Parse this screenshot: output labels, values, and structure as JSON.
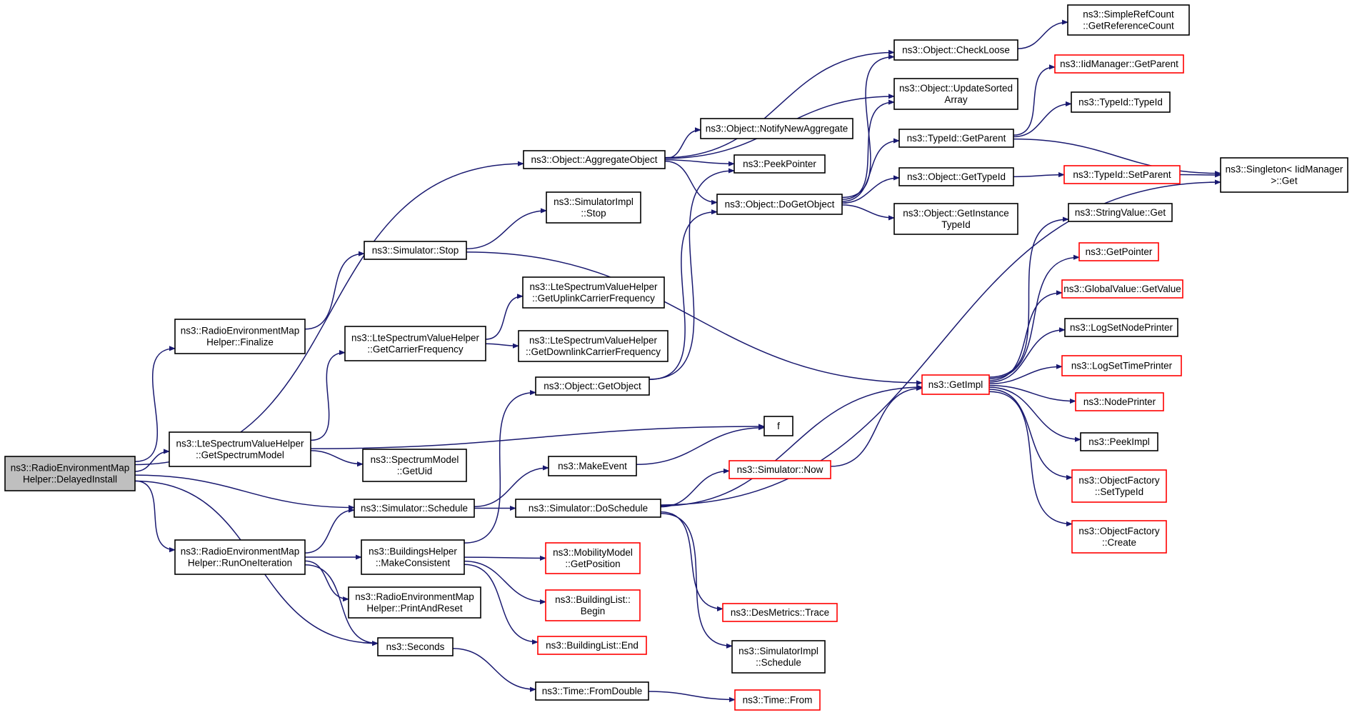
{
  "colors": {
    "edge": "#191970",
    "border_normal": "#000000",
    "border_truncated": "#ff0000",
    "focus_fill": "#bfbfbf",
    "node_fill": "#ffffff"
  },
  "nodes": [
    {
      "id": "n0",
      "lines": [
        "ns3::RadioEnvironmentMap",
        "Helper::DelayedInstall"
      ],
      "style": "focus"
    },
    {
      "id": "n1",
      "lines": [
        "ns3::Object::AggregateObject"
      ],
      "style": "normal"
    },
    {
      "id": "n2",
      "lines": [
        "ns3::RadioEnvironmentMap",
        "Helper::Finalize"
      ],
      "style": "normal"
    },
    {
      "id": "n3",
      "lines": [
        "ns3::LteSpectrumValueHelper",
        "::GetSpectrumModel"
      ],
      "style": "normal"
    },
    {
      "id": "n4",
      "lines": [
        "ns3::Simulator::Schedule"
      ],
      "style": "normal"
    },
    {
      "id": "n5",
      "lines": [
        "ns3::RadioEnvironmentMap",
        "Helper::RunOneIteration"
      ],
      "style": "normal"
    },
    {
      "id": "n6",
      "lines": [
        "ns3::Seconds"
      ],
      "style": "normal"
    },
    {
      "id": "n7",
      "lines": [
        "ns3::Object::CheckLoose"
      ],
      "style": "normal"
    },
    {
      "id": "n8",
      "lines": [
        "ns3::Object::UpdateSorted",
        "Array"
      ],
      "style": "normal"
    },
    {
      "id": "n9",
      "lines": [
        "ns3::Object::NotifyNewAggregate"
      ],
      "style": "normal"
    },
    {
      "id": "n10",
      "lines": [
        "ns3::PeekPointer"
      ],
      "style": "normal"
    },
    {
      "id": "n11",
      "lines": [
        "ns3::Object::DoGetObject"
      ],
      "style": "normal"
    },
    {
      "id": "n12",
      "lines": [
        "ns3::SimpleRefCount",
        "::GetReferenceCount"
      ],
      "style": "normal"
    },
    {
      "id": "n13",
      "lines": [
        "ns3::TypeId::GetParent"
      ],
      "style": "normal"
    },
    {
      "id": "n14",
      "lines": [
        "ns3::Object::GetTypeId"
      ],
      "style": "normal"
    },
    {
      "id": "n15",
      "lines": [
        "ns3::Object::GetInstance",
        "TypeId"
      ],
      "style": "normal"
    },
    {
      "id": "n16",
      "lines": [
        "ns3::IidManager::GetParent"
      ],
      "style": "truncated"
    },
    {
      "id": "n17",
      "lines": [
        "ns3::TypeId::TypeId"
      ],
      "style": "normal"
    },
    {
      "id": "n18",
      "lines": [
        "ns3::Singleton< IidManager",
        ">::Get"
      ],
      "style": "normal"
    },
    {
      "id": "n19",
      "lines": [
        "ns3::TypeId::SetParent"
      ],
      "style": "truncated"
    },
    {
      "id": "n20",
      "lines": [
        "ns3::Simulator::Stop"
      ],
      "style": "normal"
    },
    {
      "id": "n21",
      "lines": [
        "ns3::SimulatorImpl",
        "::Stop"
      ],
      "style": "normal"
    },
    {
      "id": "n22",
      "lines": [
        "ns3::GetImpl"
      ],
      "style": "truncated"
    },
    {
      "id": "n23",
      "lines": [
        "ns3::StringValue::Get"
      ],
      "style": "normal"
    },
    {
      "id": "n24",
      "lines": [
        "ns3::GetPointer"
      ],
      "style": "truncated"
    },
    {
      "id": "n25",
      "lines": [
        "ns3::GlobalValue::GetValue"
      ],
      "style": "truncated"
    },
    {
      "id": "n26",
      "lines": [
        "ns3::LogSetNodePrinter"
      ],
      "style": "normal"
    },
    {
      "id": "n27",
      "lines": [
        "ns3::LogSetTimePrinter"
      ],
      "style": "truncated"
    },
    {
      "id": "n28",
      "lines": [
        "ns3::NodePrinter"
      ],
      "style": "truncated"
    },
    {
      "id": "n29",
      "lines": [
        "ns3::PeekImpl"
      ],
      "style": "normal"
    },
    {
      "id": "n30",
      "lines": [
        "ns3::ObjectFactory",
        "::SetTypeId"
      ],
      "style": "truncated"
    },
    {
      "id": "n31",
      "lines": [
        "ns3::ObjectFactory",
        "::Create"
      ],
      "style": "truncated"
    },
    {
      "id": "n32",
      "lines": [
        "ns3::LteSpectrumValueHelper",
        "::GetCarrierFrequency"
      ],
      "style": "normal"
    },
    {
      "id": "n33",
      "lines": [
        "ns3::LteSpectrumValueHelper",
        "::GetUplinkCarrierFrequency"
      ],
      "style": "normal"
    },
    {
      "id": "n34",
      "lines": [
        "ns3::LteSpectrumValueHelper",
        "::GetDownlinkCarrierFrequency"
      ],
      "style": "normal"
    },
    {
      "id": "n35",
      "lines": [
        "ns3::Object::GetObject"
      ],
      "style": "normal"
    },
    {
      "id": "n36",
      "lines": [
        "f"
      ],
      "style": "normal"
    },
    {
      "id": "n37",
      "lines": [
        "ns3::SpectrumModel",
        "::GetUid"
      ],
      "style": "normal"
    },
    {
      "id": "n38",
      "lines": [
        "ns3::MakeEvent"
      ],
      "style": "normal"
    },
    {
      "id": "n39",
      "lines": [
        "ns3::Simulator::DoSchedule"
      ],
      "style": "normal"
    },
    {
      "id": "n40",
      "lines": [
        "ns3::Simulator::Now"
      ],
      "style": "truncated"
    },
    {
      "id": "n41",
      "lines": [
        "ns3::BuildingsHelper",
        "::MakeConsistent"
      ],
      "style": "normal"
    },
    {
      "id": "n42",
      "lines": [
        "ns3::MobilityModel",
        "::GetPosition"
      ],
      "style": "truncated"
    },
    {
      "id": "n43",
      "lines": [
        "ns3::BuildingList::",
        "Begin"
      ],
      "style": "truncated"
    },
    {
      "id": "n44",
      "lines": [
        "ns3::BuildingList::End"
      ],
      "style": "truncated"
    },
    {
      "id": "n45",
      "lines": [
        "ns3::RadioEnvironmentMap",
        "Helper::PrintAndReset"
      ],
      "style": "normal"
    },
    {
      "id": "n46",
      "lines": [
        "ns3::Time::FromDouble"
      ],
      "style": "normal"
    },
    {
      "id": "n47",
      "lines": [
        "ns3::Time::From"
      ],
      "style": "truncated"
    },
    {
      "id": "n48",
      "lines": [
        "ns3::DesMetrics::Trace"
      ],
      "style": "truncated"
    },
    {
      "id": "n49",
      "lines": [
        "ns3::SimulatorImpl",
        "::Schedule"
      ],
      "style": "normal"
    }
  ],
  "edges": [
    [
      "n0",
      "n1"
    ],
    [
      "n0",
      "n2"
    ],
    [
      "n0",
      "n3"
    ],
    [
      "n0",
      "n4"
    ],
    [
      "n0",
      "n5"
    ],
    [
      "n0",
      "n6"
    ],
    [
      "n1",
      "n7"
    ],
    [
      "n1",
      "n8"
    ],
    [
      "n1",
      "n9"
    ],
    [
      "n1",
      "n10"
    ],
    [
      "n1",
      "n11"
    ],
    [
      "n7",
      "n12"
    ],
    [
      "n11",
      "n7"
    ],
    [
      "n11",
      "n8"
    ],
    [
      "n11",
      "n13"
    ],
    [
      "n11",
      "n14"
    ],
    [
      "n11",
      "n15"
    ],
    [
      "n13",
      "n16"
    ],
    [
      "n13",
      "n17"
    ],
    [
      "n13",
      "n18"
    ],
    [
      "n14",
      "n19"
    ],
    [
      "n19",
      "n18"
    ],
    [
      "n2",
      "n20"
    ],
    [
      "n20",
      "n21"
    ],
    [
      "n20",
      "n22"
    ],
    [
      "n22",
      "n23"
    ],
    [
      "n22",
      "n24"
    ],
    [
      "n22",
      "n25"
    ],
    [
      "n22",
      "n26"
    ],
    [
      "n22",
      "n27"
    ],
    [
      "n22",
      "n28"
    ],
    [
      "n22",
      "n29"
    ],
    [
      "n22",
      "n30"
    ],
    [
      "n22",
      "n31"
    ],
    [
      "n3",
      "n32"
    ],
    [
      "n3",
      "n36"
    ],
    [
      "n3",
      "n37"
    ],
    [
      "n32",
      "n33"
    ],
    [
      "n32",
      "n34"
    ],
    [
      "n35",
      "n10"
    ],
    [
      "n35",
      "n11"
    ],
    [
      "n4",
      "n38"
    ],
    [
      "n4",
      "n39"
    ],
    [
      "n38",
      "n36"
    ],
    [
      "n39",
      "n40"
    ],
    [
      "n39",
      "n22"
    ],
    [
      "n39",
      "n18"
    ],
    [
      "n39",
      "n48"
    ],
    [
      "n39",
      "n49"
    ],
    [
      "n40",
      "n22"
    ],
    [
      "n5",
      "n4"
    ],
    [
      "n5",
      "n41"
    ],
    [
      "n5",
      "n45"
    ],
    [
      "n5",
      "n6"
    ],
    [
      "n41",
      "n35"
    ],
    [
      "n41",
      "n42"
    ],
    [
      "n41",
      "n43"
    ],
    [
      "n41",
      "n44"
    ],
    [
      "n6",
      "n46"
    ],
    [
      "n46",
      "n47"
    ]
  ]
}
